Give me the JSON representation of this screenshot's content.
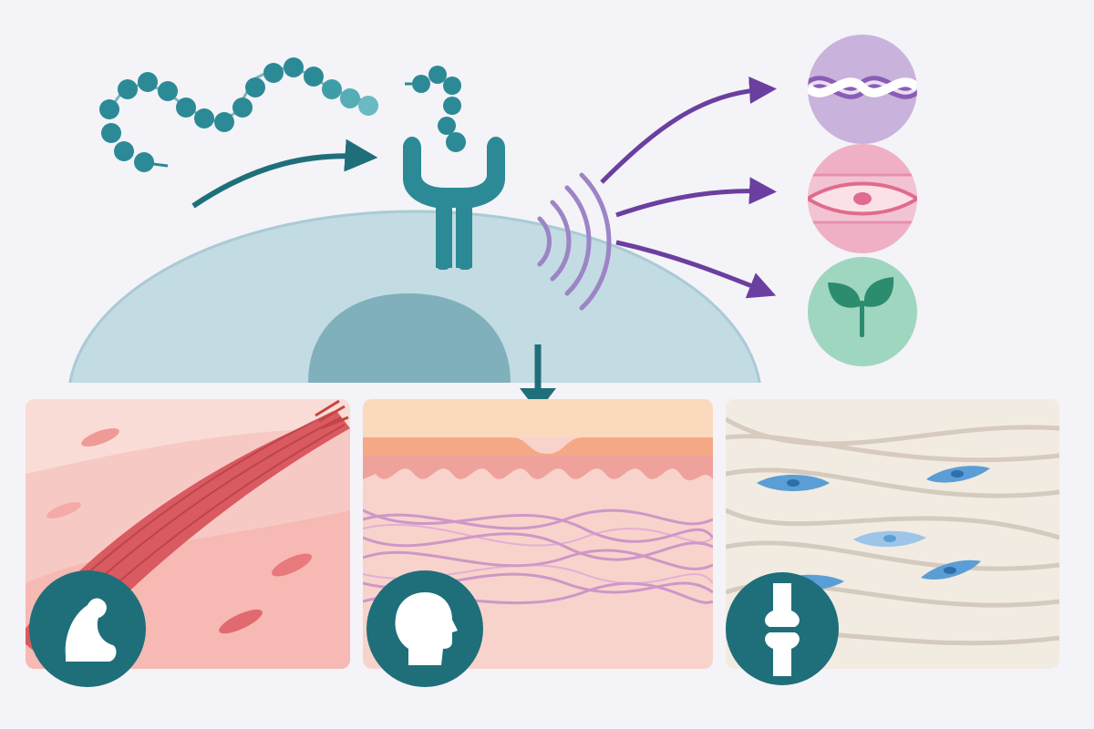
{
  "diagram": {
    "type": "illustration",
    "description_nodes": [
      {
        "id": "peptide",
        "icon": "peptide-chain-icon"
      },
      {
        "id": "receptor",
        "icon": "receptor-icon"
      },
      {
        "id": "signal",
        "icon": "signal-waves-icon"
      },
      {
        "id": "outcome-dna",
        "icon": "dna-helix-icon"
      },
      {
        "id": "outcome-cell",
        "icon": "spindle-cell-icon"
      },
      {
        "id": "outcome-leaf",
        "icon": "leaf-icon"
      },
      {
        "id": "tissue-muscle",
        "icon": "flexed-arm-icon"
      },
      {
        "id": "tissue-skin",
        "icon": "head-profile-icon"
      },
      {
        "id": "tissue-connective",
        "icon": "knee-joint-icon"
      }
    ]
  },
  "colors": {
    "background": "#f4f3f7",
    "teal": "#2b8a96",
    "dark_teal": "#1f6f7a",
    "purple_arrow": "#6a3fa0",
    "cell_body": "#c3dbe2",
    "nucleus": "#7fb0bb",
    "muscle": "#d95a60",
    "skin_top": "#f7c6a8",
    "collagen": "#b978c4",
    "connective_bg": "#f2ebe2",
    "fibroblast": "#5b9ed6",
    "circle_dna": "#c9b2dc",
    "circle_cell": "#efb0c6",
    "circle_leaf": "#9fd6c0"
  }
}
